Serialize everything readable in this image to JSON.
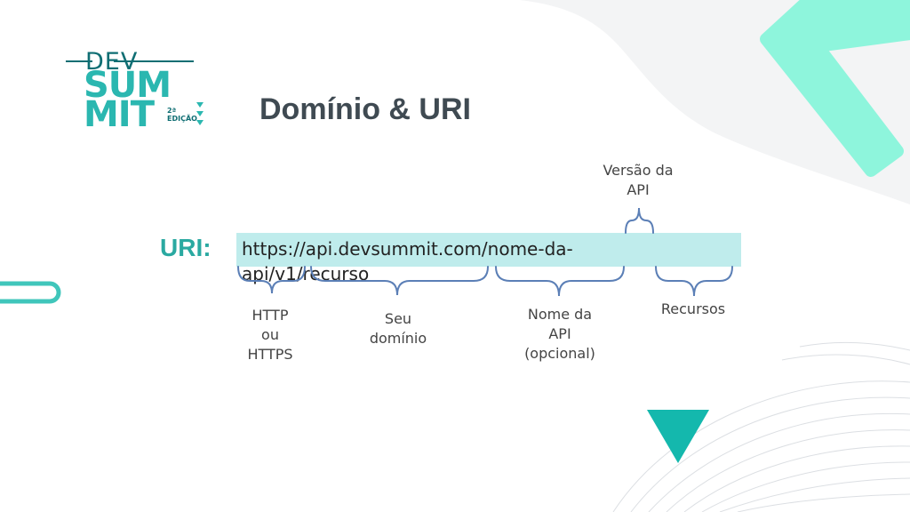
{
  "logo": {
    "dev": "DEV",
    "sum": "SUM",
    "mit": "MIT",
    "edition_line1": "2ª",
    "edition_line2": "EDIÇÃO"
  },
  "title": "Domínio & URI",
  "uri": {
    "label": "URI:",
    "value": "https://api.devsummit.com/nome-da-api/v1/recurso"
  },
  "segments": {
    "protocol": [
      "HTTP",
      "ou",
      "HTTPS"
    ],
    "domain": [
      "Seu",
      "domínio"
    ],
    "api_name": [
      "Nome da",
      "API",
      "(opcional)"
    ],
    "resources": "Recursos",
    "version": [
      "Versão da",
      "API"
    ]
  },
  "colors": {
    "accent": "#2aa9a1",
    "logo_dark": "#0f6e73",
    "uri_box": "#bfecec",
    "brace": "#5b7fb6",
    "mint": "#8ef5dc",
    "triangle": "#14b8ad",
    "title": "#3f4a52"
  }
}
